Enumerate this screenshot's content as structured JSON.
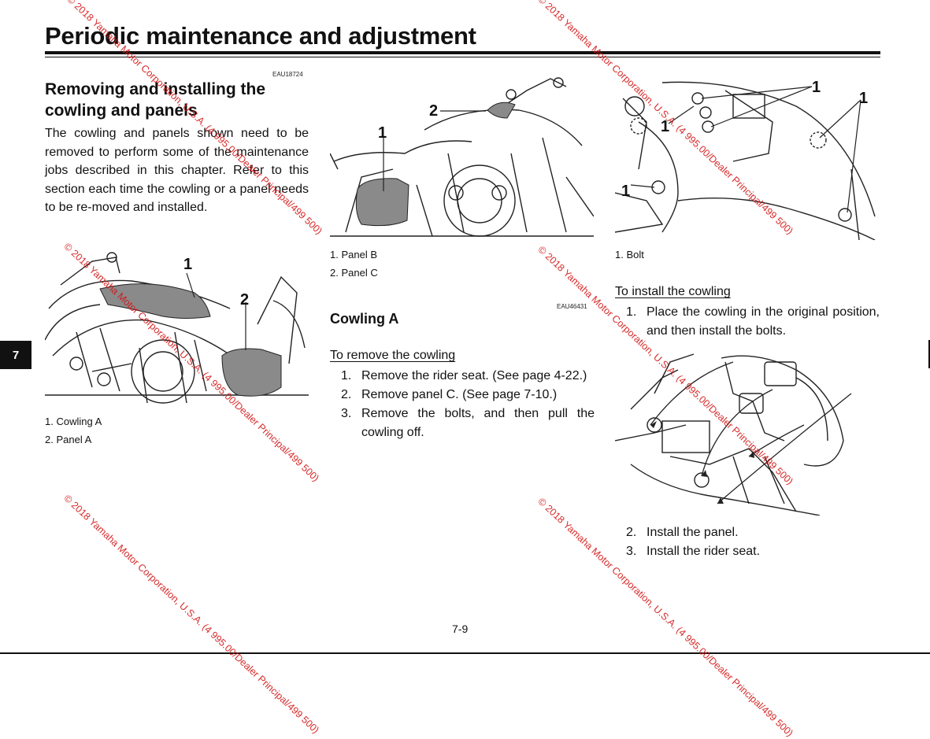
{
  "page": {
    "title": "Periodic maintenance and adjustment",
    "chapter_tab": "7",
    "page_number": "7-9"
  },
  "section": {
    "code": "EAU18724",
    "title": "Removing and installing the cowling and panels",
    "intro": "The cowling and panels shown need to be removed to perform some of the maintenance jobs described in this chapter. Refer to this section each time the cowling or a panel needs to be re-moved and installed."
  },
  "figure_left": {
    "callouts": [
      "1",
      "2"
    ],
    "captions": [
      "1. Cowling A",
      "2. Panel A"
    ]
  },
  "figure_mid": {
    "callouts": [
      "2",
      "1"
    ],
    "captions": [
      "1. Panel B",
      "2. Panel C"
    ]
  },
  "figure_right": {
    "callouts": [
      "1",
      "1",
      "1",
      "1"
    ],
    "captions": [
      "1. Bolt"
    ]
  },
  "cowling_a": {
    "code": "EAU46431",
    "title": "Cowling A",
    "remove": {
      "title": "To remove the cowling",
      "steps": [
        {
          "num": "1.",
          "text": "Remove the rider seat. (See page 4-22.)"
        },
        {
          "num": "2.",
          "text": "Remove panel C. (See page 7-10.)"
        },
        {
          "num": "3.",
          "text": "Remove the bolts, and then pull the cowling off."
        }
      ]
    },
    "install": {
      "title": "To install the cowling",
      "steps": [
        {
          "num": "1.",
          "text": "Place the cowling in the original position, and then install the bolts."
        }
      ],
      "steps_after": [
        {
          "num": "2.",
          "text": "Install the panel."
        },
        {
          "num": "3.",
          "text": "Install the rider seat."
        }
      ]
    }
  },
  "watermark": {
    "text": "© 2018 Yamaha Motor Corporation, U.S.A. (4 995.00/Dealer Principal/499 500)",
    "color": "#d41414"
  }
}
